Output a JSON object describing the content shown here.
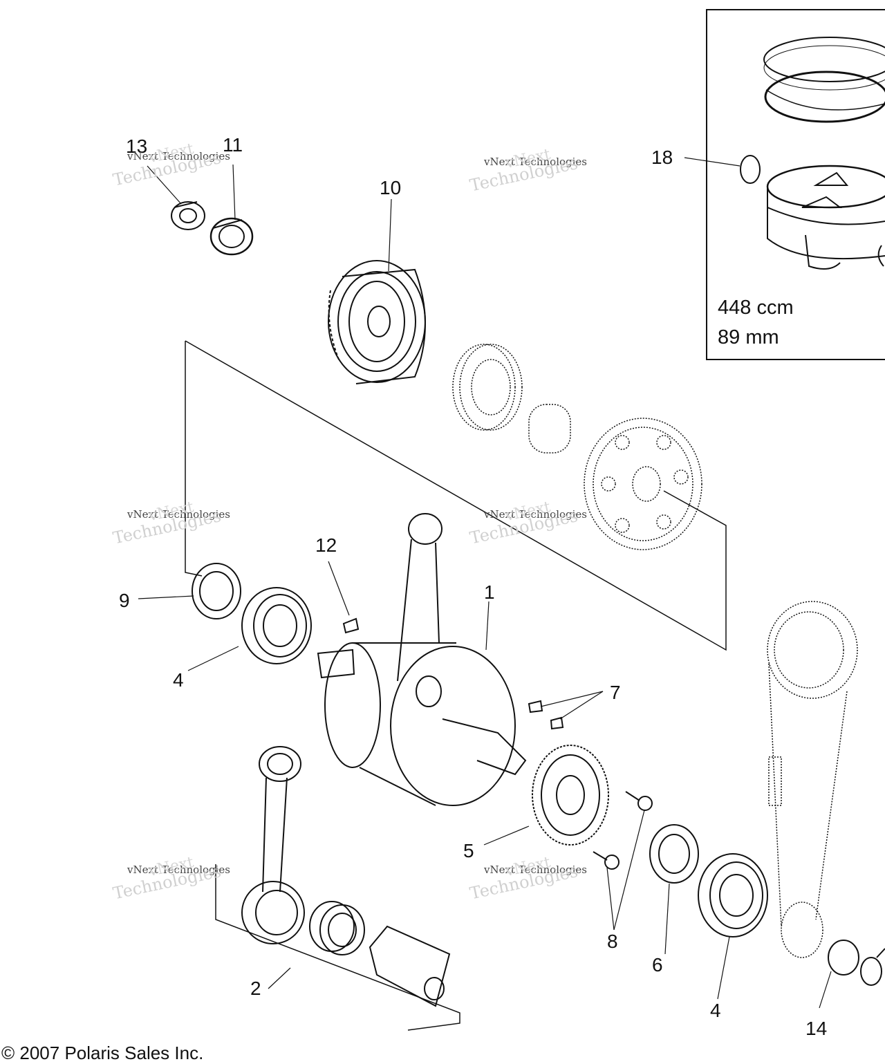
{
  "callouts": {
    "c1": "1",
    "c2": "2",
    "c4a": "4",
    "c4b": "4",
    "c5": "5",
    "c6": "6",
    "c7": "7",
    "c8": "8",
    "c9": "9",
    "c10": "10",
    "c11": "11",
    "c12": "12",
    "c13": "13",
    "c14": "14",
    "c18": "18"
  },
  "inset": {
    "displacement": "448 ccm",
    "bore": "89 mm"
  },
  "watermark": {
    "line1": "vNext Technologies",
    "line2": "Technologies",
    "line0": "vNext"
  },
  "copyright": "© 2007 Polaris Sales Inc."
}
